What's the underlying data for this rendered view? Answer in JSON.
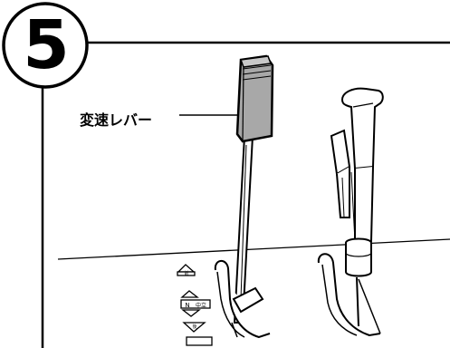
{
  "step": {
    "number": "5"
  },
  "callout": {
    "label": "変速レバー"
  },
  "indicator": {
    "forward": "前",
    "neutral_n": "N",
    "neutral": "中立",
    "reverse": "後"
  },
  "colors": {
    "lever_grip": "#a8a8a8",
    "line": "#000000",
    "background": "#ffffff"
  }
}
